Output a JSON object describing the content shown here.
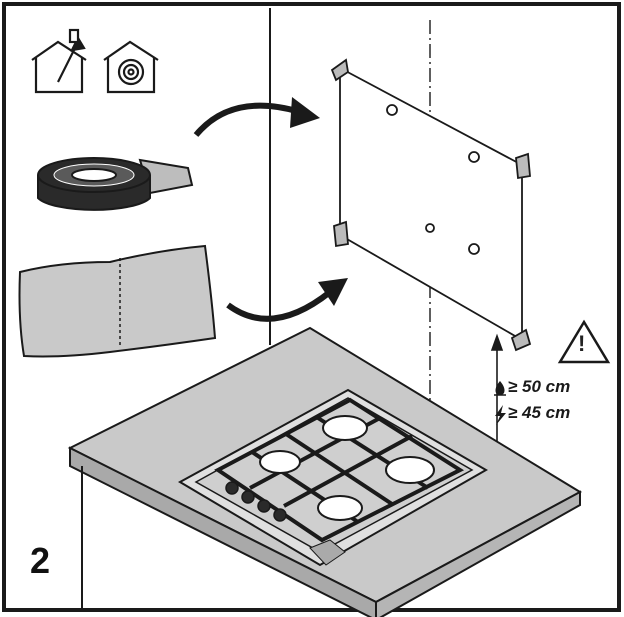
{
  "step": {
    "number": "2"
  },
  "clearances": {
    "gas": {
      "icon": "gas-flame-icon",
      "text": "≥ 50 cm"
    },
    "electric": {
      "icon": "lightning-bolt-icon",
      "text": "≥ 45 cm"
    }
  },
  "warning": {
    "icon": "warning-triangle-icon",
    "mark": "!"
  },
  "icons": [
    "house-ventilation-icon",
    "house-spiral-icon",
    "sealing-tape-roll-icon",
    "protective-sheet-icon",
    "wall-template-icon",
    "gas-hob-icon",
    "worktop",
    "arrow-tape-icon",
    "arrow-sheet-icon"
  ],
  "colors": {
    "line": "#1a1a1a",
    "fill_gray": "#c9c9c9",
    "fill_dark": "#9a9a9a",
    "background": "#ffffff"
  }
}
